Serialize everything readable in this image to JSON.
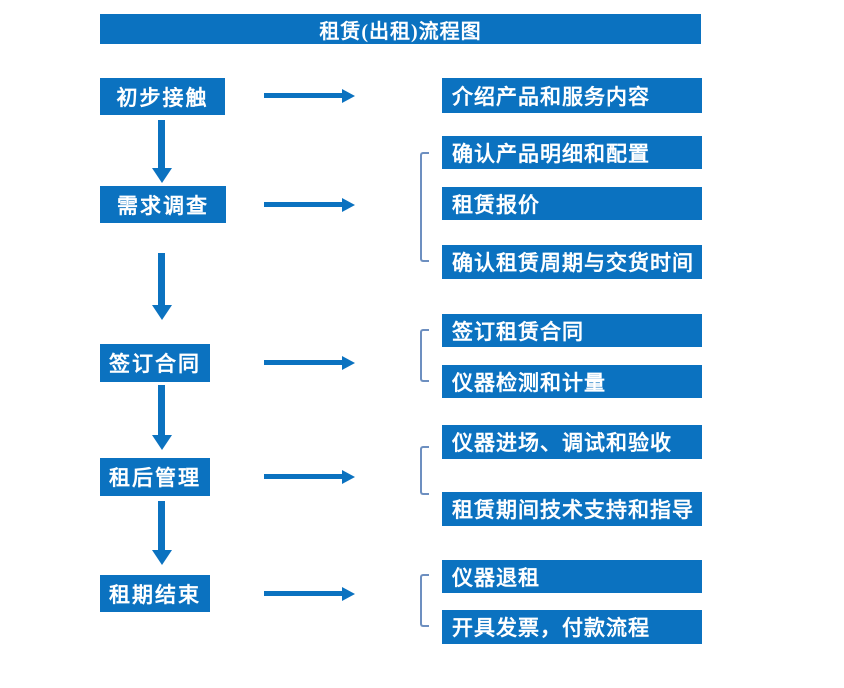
{
  "title": "租赁(出租)流程图",
  "colors": {
    "primary": "#0b72c0",
    "bracket": "#6d8fc0",
    "background": "#ffffff",
    "text_on_primary": "#ffffff"
  },
  "stages": [
    {
      "label": "初步接触",
      "outputs": [
        "介绍产品和服务内容"
      ]
    },
    {
      "label": "需求调查",
      "outputs": [
        "确认产品明细和配置",
        "租赁报价",
        "确认租赁周期与交货时间"
      ]
    },
    {
      "label": "签订合同",
      "outputs": [
        "签订租赁合同",
        "仪器检测和计量"
      ]
    },
    {
      "label": "租后管理",
      "outputs": [
        "仪器进场、调试和验收",
        "租赁期间技术支持和指导"
      ]
    },
    {
      "label": "租期结束",
      "outputs": [
        "仪器退租",
        "开具发票，付款流程"
      ]
    }
  ]
}
